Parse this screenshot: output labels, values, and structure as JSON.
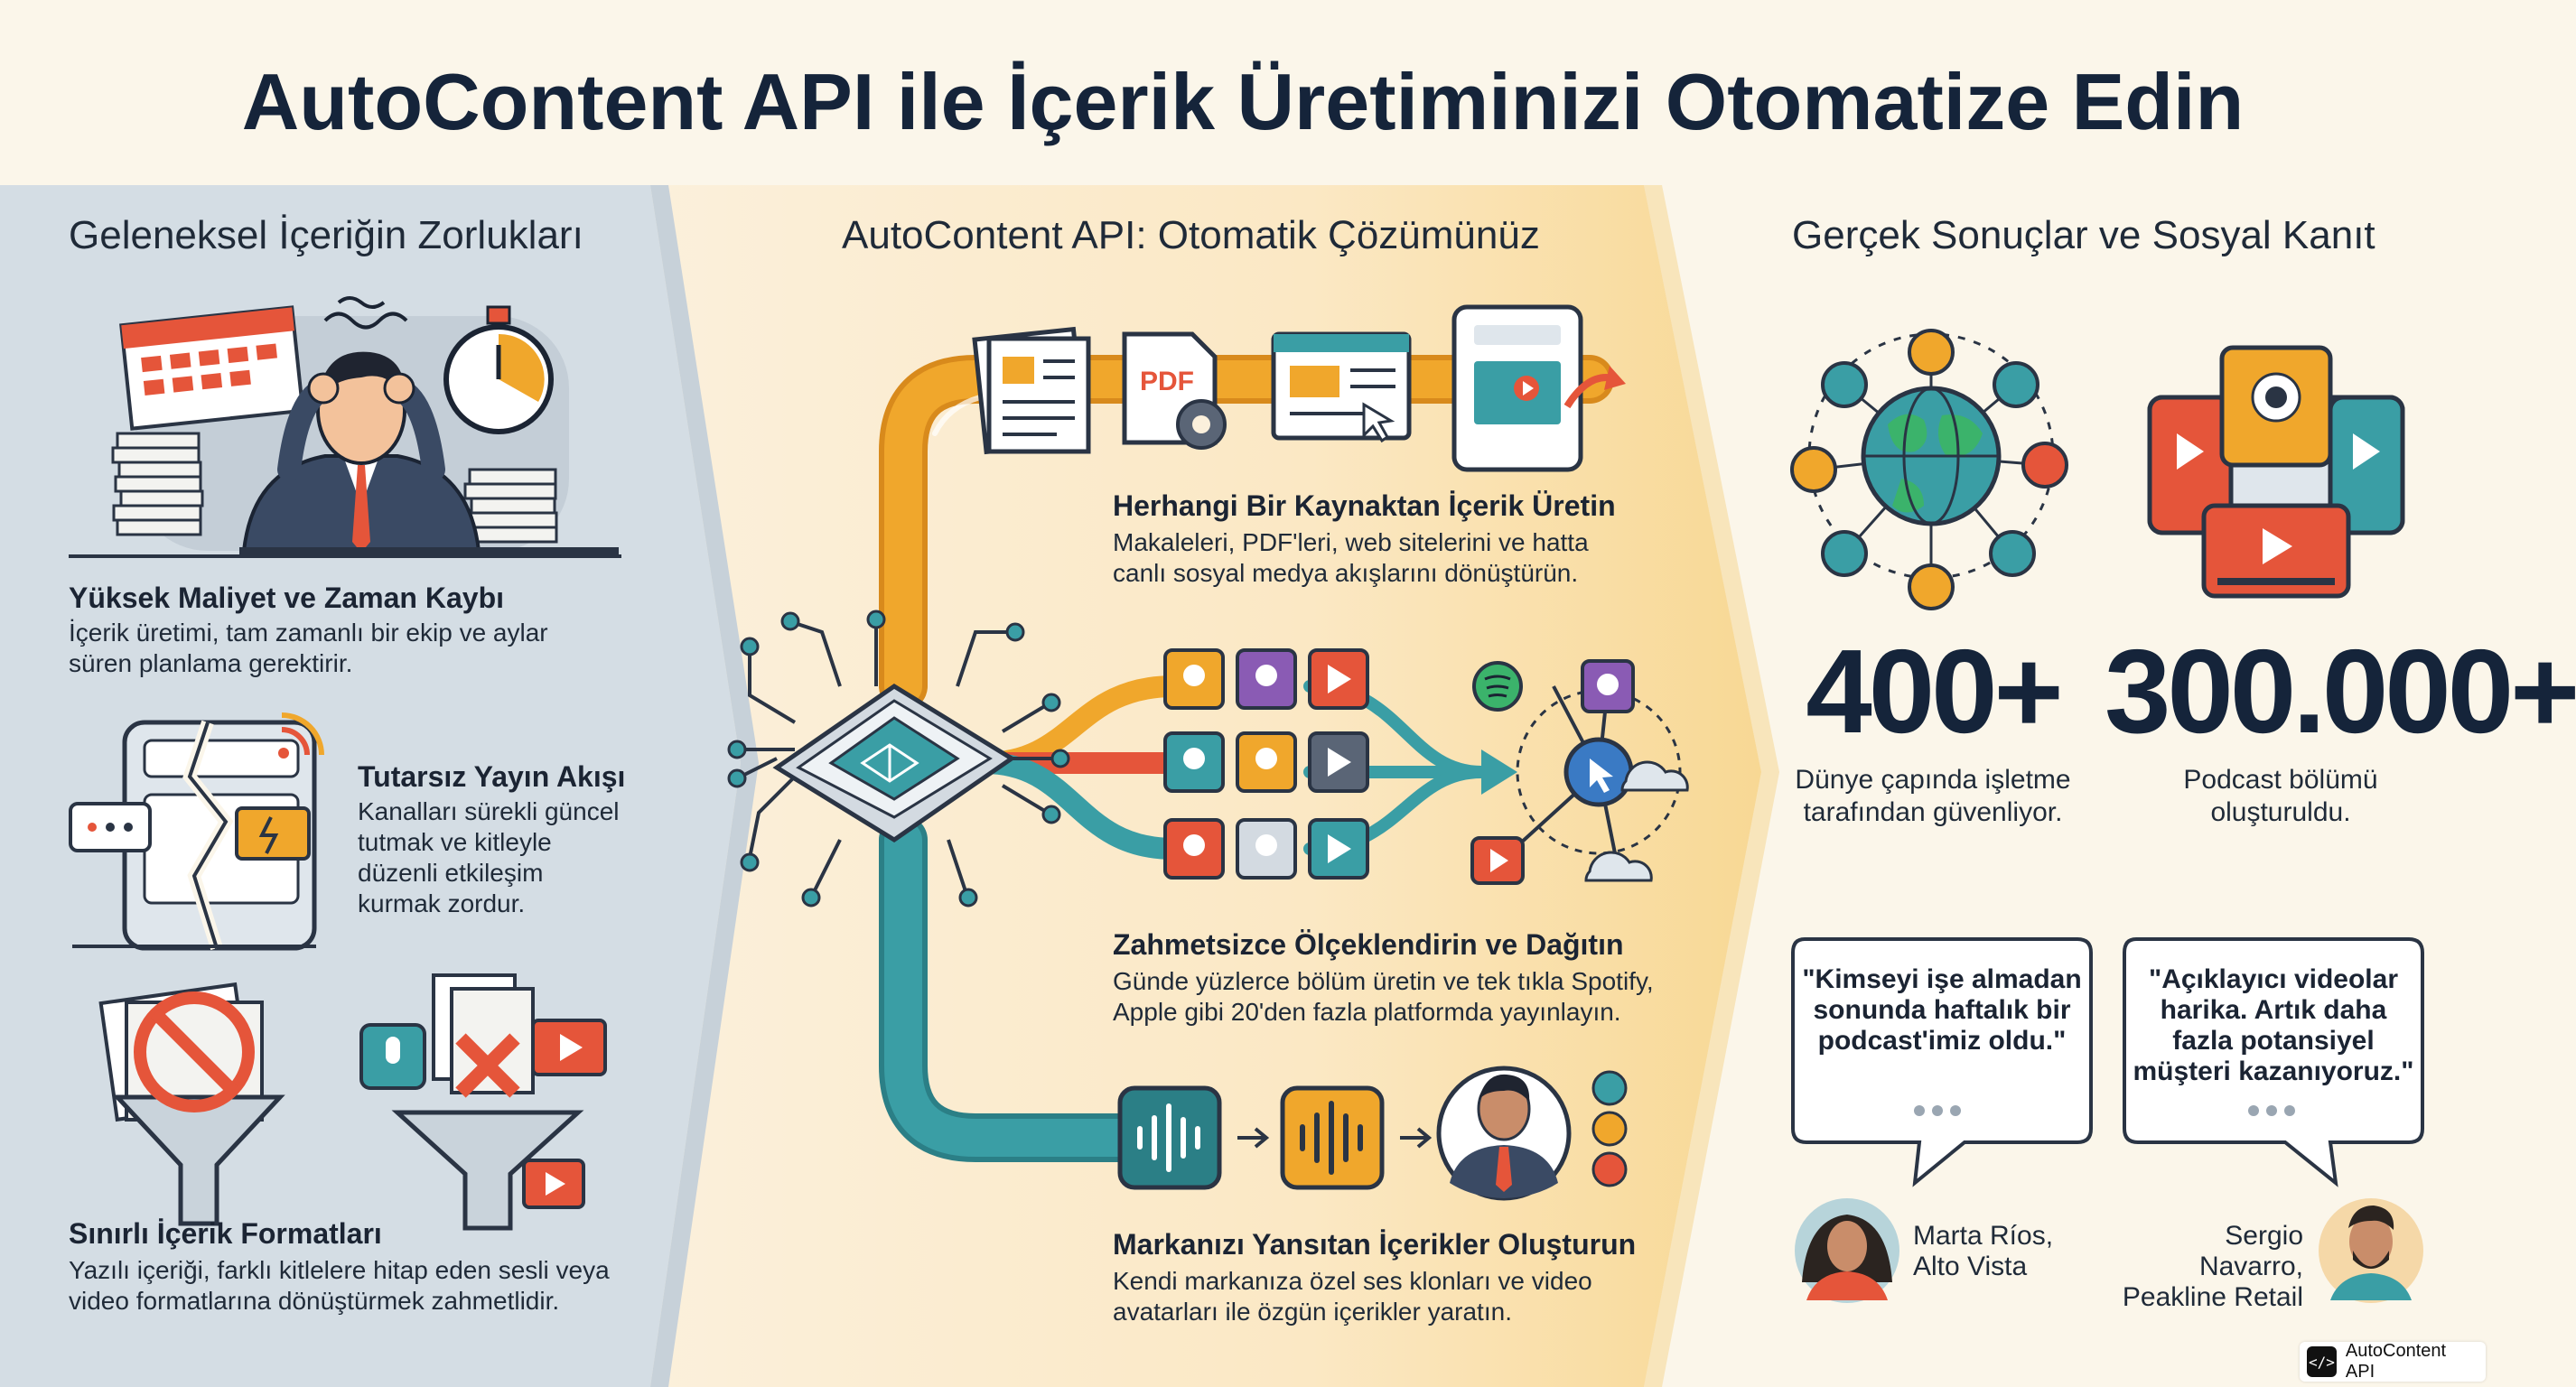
{
  "header": {
    "title": "AutoContent API ile İçerik Üretiminizi Otomatize Edin"
  },
  "left": {
    "heading": "Geleneksel İçeriğin Zorlukları",
    "items": [
      {
        "title": "Yüksek Maliyet ve Zaman Kaybı",
        "lines": [
          "İçerik üretimi, tam zamanlı bir ekip ve aylar",
          "süren planlama gerektirir."
        ]
      },
      {
        "title": "Tutarsız Yayın Akışı",
        "lines": [
          "Kanalları sürekli güncel",
          "tutmak ve kitleyle",
          "düzenli etkileşim",
          "kurmak zordur."
        ]
      },
      {
        "title": "Sınırlı İçerik Formatları",
        "lines": [
          "Yazılı içeriği, farklı kitlelere hitap eden sesli veya",
          "video formatlarına dönüştürmek zahmetlidir."
        ]
      }
    ]
  },
  "middle": {
    "heading": "AutoContent API: Otomatik Çözümünüz",
    "pdf_label": "PDF",
    "items": [
      {
        "title": "Herhangi Bir Kaynaktan İçerik Üretin",
        "lines": [
          "Makaleleri, PDF'leri, web sitelerini ve hatta",
          "canlı sosyal medya akışlarını dönüştürün."
        ]
      },
      {
        "title": "Zahmetsizce Ölçeklendirin ve Dağıtın",
        "lines": [
          "Günde yüzlerce bölüm üretin ve tek tıkla Spotify,",
          "Apple gibi 20'den fazla platformda yayınlayın."
        ]
      },
      {
        "title": "Markanızı Yansıtan İçerikler Oluşturun",
        "lines": [
          "Kendi markanıza özel ses klonları ve video",
          "avatarları ile özgün içerikler yaratın."
        ]
      }
    ]
  },
  "right": {
    "heading": "Gerçek Sonuçlar ve Sosyal Kanıt",
    "stats": [
      {
        "value": "400+",
        "lines": [
          "Dünye çapında işletme",
          "tarafından güvenliyor."
        ]
      },
      {
        "value": "300.000+",
        "lines": [
          "Podcast bölümü",
          "oluşturuldu."
        ]
      }
    ],
    "quotes": [
      {
        "lines": [
          "\"Kimseyi işe almadan",
          "sonunda haftalık bir",
          "podcast'imiz oldu.\""
        ],
        "author_lines": [
          "Marta Ríos,",
          "Alto Vista"
        ]
      },
      {
        "lines": [
          "\"Açıklayıcı videolar",
          "harika. Artık daha",
          "fazla potansiyel",
          "müşteri kazanıyoruz.\""
        ],
        "author_lines": [
          "Sergio Navarro,",
          "Peakline Retail"
        ]
      }
    ]
  },
  "badge": {
    "label": "AutoContent API",
    "icon": "code-icon"
  },
  "colors": {
    "navy": "#15243a",
    "orange": "#f0a72c",
    "teal": "#3a9ea5",
    "red": "#e8572e",
    "purple": "#8a5bb4"
  }
}
